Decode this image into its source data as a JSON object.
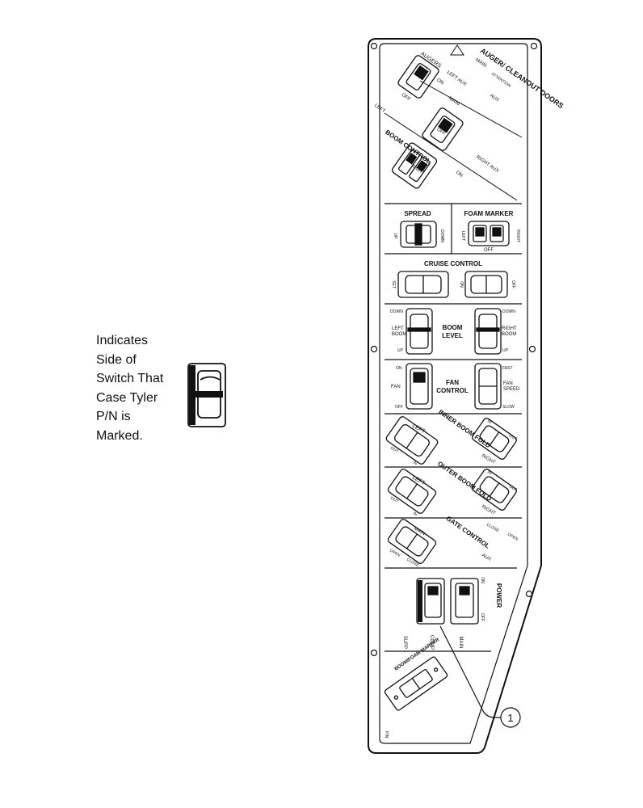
{
  "legend": {
    "lines": [
      "Indicates",
      "Side of",
      "Switch That",
      "Case Tyler",
      "P/N is",
      "Marked."
    ]
  },
  "callout": {
    "number": "1"
  },
  "panel": {
    "auger": {
      "title": "AUGER/ CLEANOUT DOORS",
      "attention": "ATTENTION",
      "augers": "AUGERS",
      "left_aux": "LEFT AUX",
      "right_aux": "RIGHT AUX",
      "main": "MAIN",
      "aux": "AUX",
      "on": "ON",
      "off": "OFF",
      "boom_control": "BOOM CONTROL",
      "left": "LEFT",
      "right": "RIGHT"
    },
    "spread": {
      "title": "SPREAD",
      "up": "UP",
      "down": "DOWN"
    },
    "foam_marker": {
      "title": "FOAM MARKER",
      "left": "LEFT",
      "right": "RIGHT",
      "off": "OFF"
    },
    "cruise": {
      "title": "CRUISE CONTROL",
      "set": "SET",
      "on": "ON",
      "off": "OFF"
    },
    "boom_level": {
      "title_1": "BOOM",
      "title_2": "LEVEL",
      "left_1": "LEFT",
      "left_2": "BOOM",
      "right_1": "RIGHT",
      "right_2": "BOOM",
      "down": "DOWN",
      "up": "UP"
    },
    "fan": {
      "title_1": "FAN",
      "title_2": "CONTROL",
      "on": "ON",
      "fan": "FAN",
      "off": "OFF",
      "fast": "FAST",
      "speed_1": "FAN",
      "speed_2": "SPEED",
      "slow": "SLOW"
    },
    "inner": {
      "title": "INNER BOOM FOLD",
      "left": "LEFT",
      "right": "RIGHT",
      "in": "IN",
      "out": "OUT"
    },
    "outer": {
      "title": "OUTER BOOM FOLD",
      "left": "LEFT",
      "right": "RIGHT",
      "in": "IN",
      "out": "OUT"
    },
    "gate": {
      "title": "GATE CONTROL",
      "main": "MAIN",
      "aux": "AUX",
      "open": "OPEN",
      "close": "CLOSE"
    },
    "power": {
      "title": "POWER",
      "on": "ON",
      "off": "OFF",
      "supp": "SUPP",
      "comp": "COMP",
      "main": "MAIN"
    },
    "bottom": {
      "label": "BOOM/FOAM MARKER",
      "code": "P/N"
    }
  }
}
